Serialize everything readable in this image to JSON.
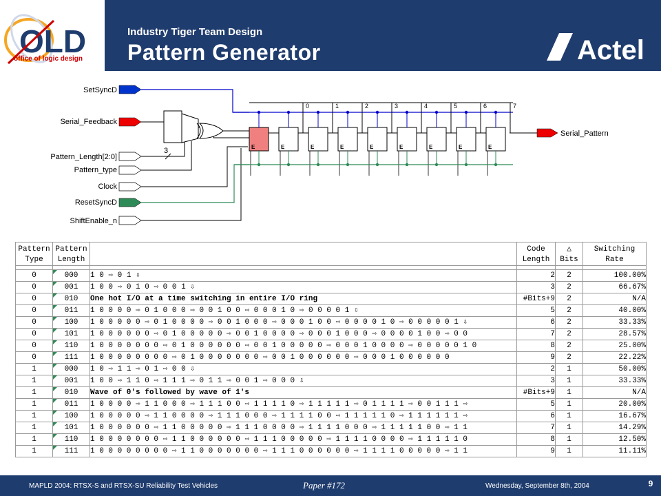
{
  "header": {
    "logo_main": "OLD",
    "logo_sub": "office of logic design",
    "title_small": "Industry Tiger Team Design",
    "title_big": "Pattern Generator",
    "brand": "Actel"
  },
  "schematic": {
    "inputs": [
      "SetSyncD",
      "Serial_Feedback",
      "Pattern_Length[2:0]",
      "Pattern_type",
      "Clock",
      "ResetSyncD",
      "ShiftEnable_n"
    ],
    "output": "Serial_Pattern",
    "bus_width": "3",
    "tap_labels": [
      "0",
      "1",
      "2",
      "3",
      "4",
      "5",
      "6",
      "7"
    ],
    "colors": {
      "set_arrow": "#0033cc",
      "feedback_arrow": "#ee0000",
      "reset_arrow": "#2e8b57",
      "output_arrow": "#ee0000",
      "first_ff": "#f08080",
      "wire_blue": "#0000cc",
      "wire_green": "#2e8b57"
    }
  },
  "table": {
    "headers": [
      "Pattern Type",
      "Pattern Length",
      "",
      "Code Length",
      "△ Bits",
      "Switching Rate"
    ],
    "rows": [
      {
        "type": "0",
        "len": "000",
        "pattern": "1 0 ⇨ 0 1 ⇩",
        "code": "2",
        "bits": "2",
        "rate": "100.00%"
      },
      {
        "type": "0",
        "len": "001",
        "pattern": "1 0 0 ⇨ 0 1 0 ⇨ 0 0 1 ⇩",
        "code": "3",
        "bits": "2",
        "rate": "66.67%"
      },
      {
        "type": "0",
        "len": "010",
        "pattern": "One hot I/O at a time switching in entire I/O ring",
        "code": "#Bits+9",
        "bits": "2",
        "rate": "N/A",
        "bold": true
      },
      {
        "type": "0",
        "len": "011",
        "pattern": "1 0 0 0 0 ⇨ 0 1 0 0 0 ⇨ 0 0 1 0 0 ⇨ 0 0 0 1 0 ⇨ 0 0 0 0 1 ⇩",
        "code": "5",
        "bits": "2",
        "rate": "40.00%"
      },
      {
        "type": "0",
        "len": "100",
        "pattern": "1 0 0 0 0 0 ⇨ 0 1 0 0 0 0 ⇨ 0 0 1 0 0 0 ⇨ 0 0 0 1 0 0 ⇨ 0 0 0 0 1 0 ⇨ 0 0 0 0 0 1 ⇩",
        "code": "6",
        "bits": "2",
        "rate": "33.33%"
      },
      {
        "type": "0",
        "len": "101",
        "pattern": "1 0 0 0 0 0 0 ⇨ 0 1 0 0 0 0 0 ⇨ 0 0 1 0 0 0 0 ⇨ 0 0 0 1 0 0 0 ⇨ 0 0 0 0 1 0 0 ⇨ 0 0",
        "code": "7",
        "bits": "2",
        "rate": "28.57%"
      },
      {
        "type": "0",
        "len": "110",
        "pattern": "1 0 0 0 0 0 0 0 ⇨ 0 1 0 0 0 0 0 0 ⇨ 0 0 1 0 0 0 0 0 ⇨ 0 0 0 1 0 0 0 0 ⇨ 0 0 0 0 0 1 0",
        "code": "8",
        "bits": "2",
        "rate": "25.00%"
      },
      {
        "type": "0",
        "len": "111",
        "pattern": "1 0 0 0 0 0 0 0 0 ⇨ 0 1 0 0 0 0 0 0 0 ⇨ 0 0 1 0 0 0 0 0 0 ⇨ 0 0 0 1 0 0 0 0 0 0",
        "code": "9",
        "bits": "2",
        "rate": "22.22%"
      },
      {
        "type": "1",
        "len": "000",
        "pattern": "1 0 ⇨ 1 1 ⇨ 0 1 ⇨ 0 0 ⇩",
        "code": "2",
        "bits": "1",
        "rate": "50.00%"
      },
      {
        "type": "1",
        "len": "001",
        "pattern": "1 0 0 ⇨ 1 1 0 ⇨ 1 1 1 ⇨ 0 1 1 ⇨ 0 0 1 ⇨ 0 0 0 ⇩",
        "code": "3",
        "bits": "1",
        "rate": "33.33%"
      },
      {
        "type": "1",
        "len": "010",
        "pattern": "Wave of 0's followed by wave of 1's",
        "code": "#Bits+9",
        "bits": "1",
        "rate": "N/A",
        "bold": true
      },
      {
        "type": "1",
        "len": "011",
        "pattern": "1 0 0 0 0 ⇨ 1 1 0 0 0 ⇨ 1 1 1 0 0 ⇨ 1 1 1 1 0 ⇨ 1 1 1 1 1 ⇨ 0 1 1 1 1 ⇨ 0 0 1 1 1 ⇨",
        "code": "5",
        "bits": "1",
        "rate": "20.00%"
      },
      {
        "type": "1",
        "len": "100",
        "pattern": "1 0 0 0 0 0 ⇨ 1 1 0 0 0 0 ⇨ 1 1 1 0 0 0 ⇨ 1 1 1 1 0 0 ⇨ 1 1 1 1 1 0 ⇨ 1 1 1 1 1 1 ⇨",
        "code": "6",
        "bits": "1",
        "rate": "16.67%"
      },
      {
        "type": "1",
        "len": "101",
        "pattern": "1 0 0 0 0 0 0 ⇨ 1 1 0 0 0 0 0 ⇨ 1 1 1 0 0 0 0 ⇨ 1 1 1 1 0 0 0 ⇨ 1 1 1 1 1 0 0 ⇨ 1 1",
        "code": "7",
        "bits": "1",
        "rate": "14.29%"
      },
      {
        "type": "1",
        "len": "110",
        "pattern": "1 0 0 0 0 0 0 0 ⇨ 1 1 0 0 0 0 0 0 ⇨ 1 1 1 0 0 0 0 0 ⇨ 1 1 1 1 0 0 0 0 ⇨ 1 1 1 1 1 0",
        "code": "8",
        "bits": "1",
        "rate": "12.50%"
      },
      {
        "type": "1",
        "len": "111",
        "pattern": "1 0 0 0 0 0 0 0 0 ⇨ 1 1 0 0 0 0 0 0 0 ⇨ 1 1 1 0 0 0 0 0 0 ⇨ 1 1 1 1 0 0 0 0 0 ⇨ 1 1",
        "code": "9",
        "bits": "1",
        "rate": "11.11%"
      }
    ]
  },
  "footer": {
    "left": "MAPLD 2004: RTSX-S and RTSX-SU Reliability Test Vehicles",
    "mid": "Paper #172",
    "right": "Wednesday, September 8th, 2004",
    "page": "9"
  }
}
